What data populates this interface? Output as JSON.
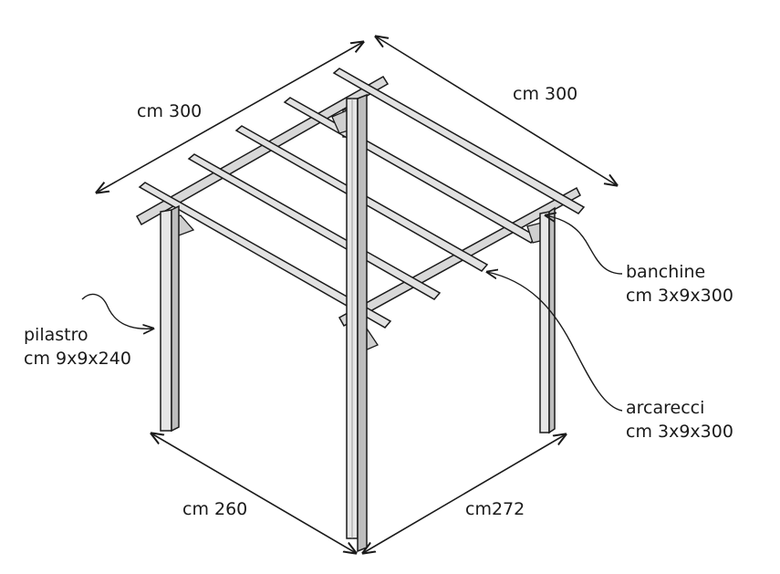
{
  "dimensions": {
    "top_left": "cm 300",
    "top_right": "cm 300",
    "bottom_left": "cm 260",
    "bottom_right": "cm272"
  },
  "parts": {
    "post": {
      "name": "pilastro",
      "size": "cm 9x9x240"
    },
    "beam": {
      "name": "banchine",
      "size": "cm 3x9x300"
    },
    "rafter": {
      "name": "arcarecci",
      "size": "cm 3x9x300"
    }
  },
  "colors": {
    "ink": "#1a1a1a",
    "wood": "#cfcfcf",
    "wood_dark": "#9a9a9a"
  }
}
